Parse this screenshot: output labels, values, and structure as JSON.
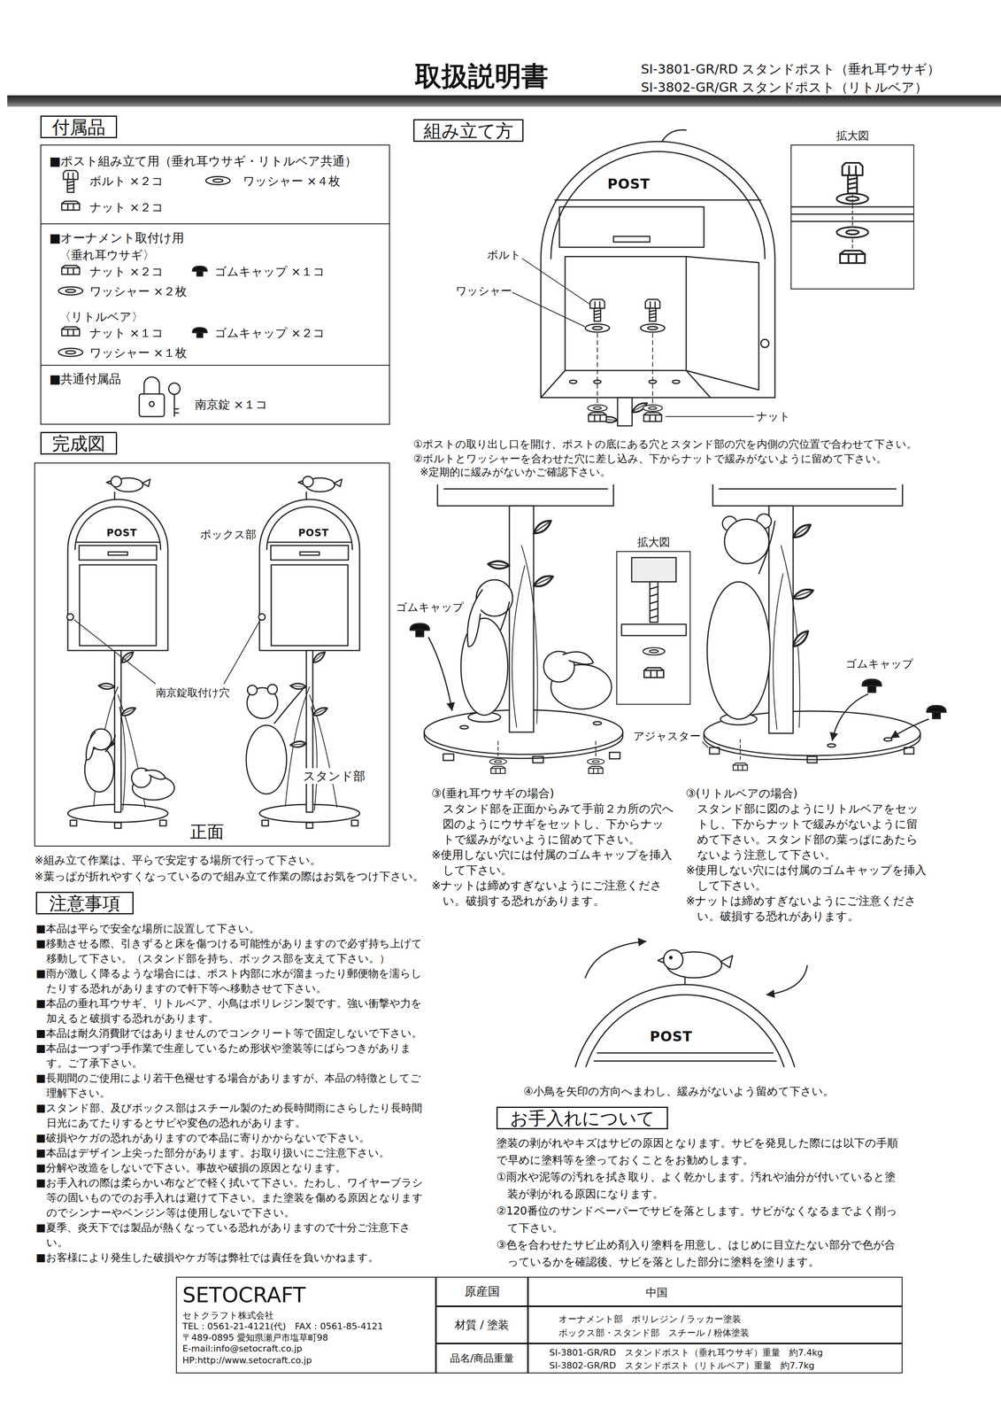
{
  "diagram": {
    "title": "取扱説明書",
    "nodes": [
      {
        "text": [
          "付属品"
        ]
      },
      {
        "text": [
          "■ポスト組み立て用（垂れ耳ウサギ・リトルベア共通）",
          "ボルト ×２コ",
          "ワッシャー ×４枚",
          "ナット ×２コ"
        ]
      },
      {
        "text": [
          "■オーナメント取付け用",
          "〈垂れ耳ウサギ〉",
          "ナット ×２コ",
          "ゴムキャップ ×１コ",
          "ワッシャー ×２枚",
          "〈リトルベア〉",
          "ナット ×１コ",
          "ゴムキャップ ×２コ",
          "ワッシャー ×１枚"
        ]
      },
      {
        "text": [
          "■共通付属品",
          "南京錠 ×１コ"
        ]
      },
      {
        "text": [
          "完成図"
        ]
      },
      {
        "text": [
          "ボックス部",
          "南京錠取付け穴",
          "スタンド部",
          "正面"
        ]
      },
      {
        "text": [
          "組み立て方"
        ]
      },
      {
        "text": [
          "拡大図"
        ]
      },
      {
        "text": [
          "拡大図"
        ]
      },
      {
        "text": [
          "注意事項"
        ]
      },
      {
        "text": [
          "お手入れについて"
        ]
      },
      {
        "text": [
          "SETOCRAFT",
          "セトクラフト株式会社",
          "TEL：0561-21-4121(代)　FAX：0561-85-4121",
          "〒489-0895 愛知県瀬戸市塩草町98",
          "E-mail:info@setocraft.co.jp",
          "HP:http://www.setocraft.co.jp"
        ]
      },
      {
        "text": [
          "原産国"
        ]
      },
      {
        "text": [
          "中国"
        ]
      },
      {
        "text": [
          "材質 / 塗装"
        ]
      },
      {
        "text": [
          "オーナメント部　ポリレジン / ラッカー塗装",
          "ボックス部・スタンド部　スチール / 粉体塗装"
        ]
      },
      {
        "text": [
          "品名/商品重量"
        ]
      },
      {
        "text": [
          "SI-3801-GR/RD　スタンドポスト（垂れ耳ウサギ）重量　約7.4kg",
          "SI-3802-GR/RD　スタンドポスト（リトルベア）重量　約7.7kg"
        ]
      }
    ],
    "labels": [
      "SI-3801-GR/RD スタンドポスト（垂れ耳ウサギ）",
      "SI-3802-GR/GR スタンドポスト（リトルベア）",
      "POST",
      "POST",
      "※組み立て作業は、平らで安定する場所で行って下さい。",
      "※葉っぱが折れやすくなっているので組み立て作業の際はお気をつけ下さい。",
      "■本品は平らで安全な場所に設置して下さい。",
      "■移動させる際、引きずると床を傷つける可能性がありますので必ず持ち上げて移動して下さい。（スタンド部を持ち、ボックス部を支えて下さい。）",
      "■雨が激しく降るような場合には、ポスト内部に水が溜まったり郵便物を濡らしたりする恐れがありますので軒下等へ移動させて下さい。",
      "■本品の垂れ耳ウサギ、リトルベア、小鳥はポリレジン製です。強い衝撃や力を加えると破損する恐れがあります。",
      "■本品は耐久消費財ではありませんのでコンクリート等で固定しないで下さい。",
      "■本品は一つずつ手作業で生産しているため形状や塗装等にばらつきがあります。ご了承下さい。",
      "■長期間のご使用により若干色褪せする場合がありますが、本品の特徴としてご理解下さい。",
      "■スタンド部、及びボックス部はスチール製のため長時間雨にさらしたり長時間日光にあてたりするとサビや変色の恐れがあります。",
      "■破損やケガの恐れがありますので本品に寄りかからないで下さい。",
      "■本品はデザイン上尖った部分があります。お取り扱いにご注意下さい。",
      "■分解や改造をしないで下さい。事故や破損の原因となります。",
      "■お手入れの際は柔らかい布などで軽く拭いて下さい。たわし、ワイヤーブラシ等の固いものでのお手入れは避けて下さい。また塗装を傷める原因となりますのでシンナーやベンジン等は使用しないで下さい。",
      "■夏季、炎天下では製品が熱くなっている恐れがありますので十分ご注意下さい。",
      "■お客様により発生した破損やケガ等は弊社では責任を負いかねます。",
      "POST",
      "ボルト",
      "ワッシャー",
      "ナット",
      "①ポストの取り出し口を開け、ポストの底にある穴とスタンド部の穴を内側の穴位置で合わせて下さい。",
      "②ボルトとワッシャーを合わせた穴に差し込み、下からナットで緩みがないように留めて下さい。",
      "※定期的に緩みがないかご確認下さい。",
      "ゴムキャップ",
      "ゴムキャップ",
      "アジャスター",
      "③(垂れ耳ウサギの場合)",
      "スタンド部を正面からみて手前２カ所の穴へ図のようにウサギをセットし、下からナットで緩みがないように留めて下さい。",
      "※使用しない穴には付属のゴムキャップを挿入して下さい。",
      "※ナットは締めすぎないようにご注意ください。破損する恐れがあります。",
      "③(リトルベアの場合)",
      "スタンド部に図のようにリトルベアをセットし、下からナットで緩みがないように留めて下さい。スタンド部の葉っぱにあたらないよう注意して下さい。",
      "※使用しない穴には付属のゴムキャップを挿入して下さい。",
      "※ナットは締めすぎないようにご注意ください。破損する恐れがあります。",
      "POST",
      "④小鳥を矢印の方向へまわし、緩みがないよう留めて下さい。",
      "塗装の剥がれやキズはサビの原因となります。サビを発見した際には以下の手順で早めに塗料等を塗っておくことをお勧めします。",
      "①雨水や泥等の汚れを拭き取り、よく乾かします。汚れや油分が付いていると塗装が剥がれる原因になります。",
      "②120番位のサンドペーパーでサビを落とします。サビがなくなるまでよく削って下さい。",
      "③色を合わせたサビ止め剤入り塗料を用意し、はじめに目立たない部分で色が合っているかを確認後、サビを落とした部分に塗料を塗ります。"
    ]
  }
}
